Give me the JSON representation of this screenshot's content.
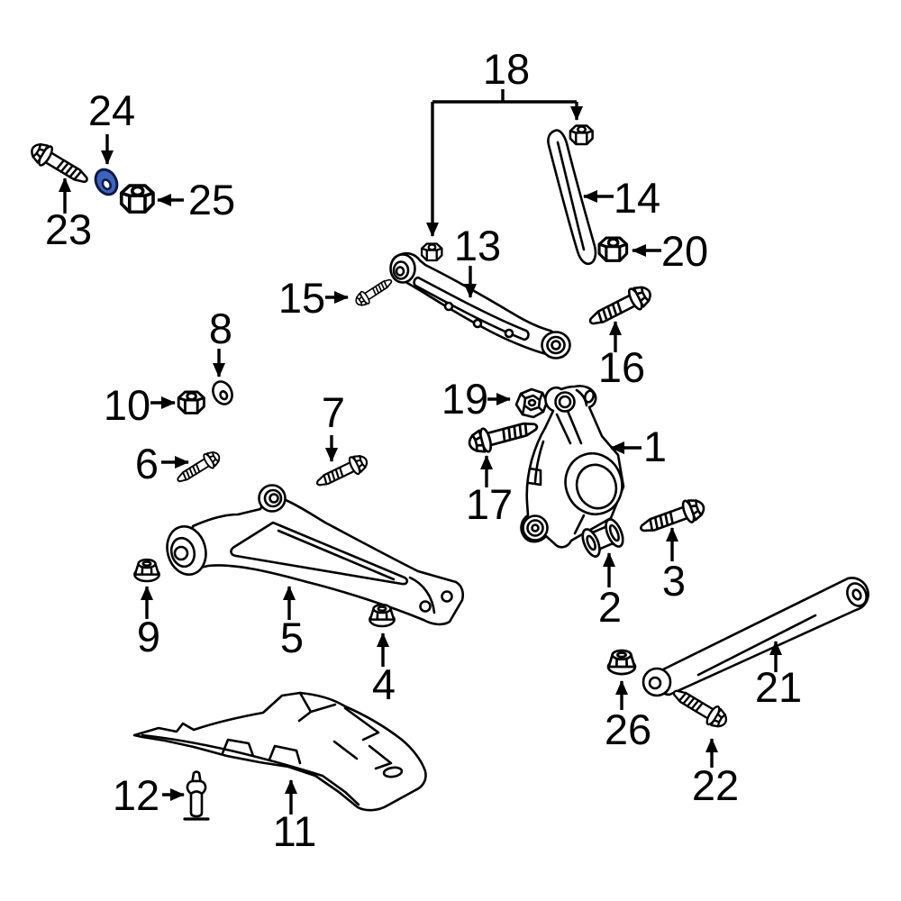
{
  "diagram": {
    "description": "Exploded rear suspension parts diagram with numbered callouts",
    "background_color": "#ffffff",
    "line_color": "#000000",
    "label_color": "#000000",
    "highlight": {
      "part_label": "24",
      "fill": "#3d63be",
      "outline": "#0d1a45"
    }
  },
  "callouts": [
    {
      "label": "1",
      "part": "knuckle"
    },
    {
      "label": "2",
      "part": "bushing"
    },
    {
      "label": "3",
      "part": "bolt"
    },
    {
      "label": "4",
      "part": "flange-nut"
    },
    {
      "label": "5",
      "part": "lower-control-arm"
    },
    {
      "label": "6",
      "part": "bolt"
    },
    {
      "label": "7",
      "part": "bolt"
    },
    {
      "label": "8",
      "part": "washer"
    },
    {
      "label": "9",
      "part": "flange-nut"
    },
    {
      "label": "10",
      "part": "nut"
    },
    {
      "label": "11",
      "part": "splash-shield"
    },
    {
      "label": "12",
      "part": "push-rivet"
    },
    {
      "label": "13",
      "part": "upper-control-arm"
    },
    {
      "label": "14",
      "part": "guard-strip"
    },
    {
      "label": "15",
      "part": "bolt"
    },
    {
      "label": "16",
      "part": "bolt"
    },
    {
      "label": "17",
      "part": "bolt"
    },
    {
      "label": "18",
      "part": "nut-pair"
    },
    {
      "label": "19",
      "part": "lock-nut"
    },
    {
      "label": "20",
      "part": "nut"
    },
    {
      "label": "21",
      "part": "lateral-link"
    },
    {
      "label": "22",
      "part": "bolt"
    },
    {
      "label": "23",
      "part": "bolt"
    },
    {
      "label": "24",
      "part": "washer-highlighted"
    },
    {
      "label": "25",
      "part": "nut"
    },
    {
      "label": "26",
      "part": "flange-nut"
    }
  ]
}
